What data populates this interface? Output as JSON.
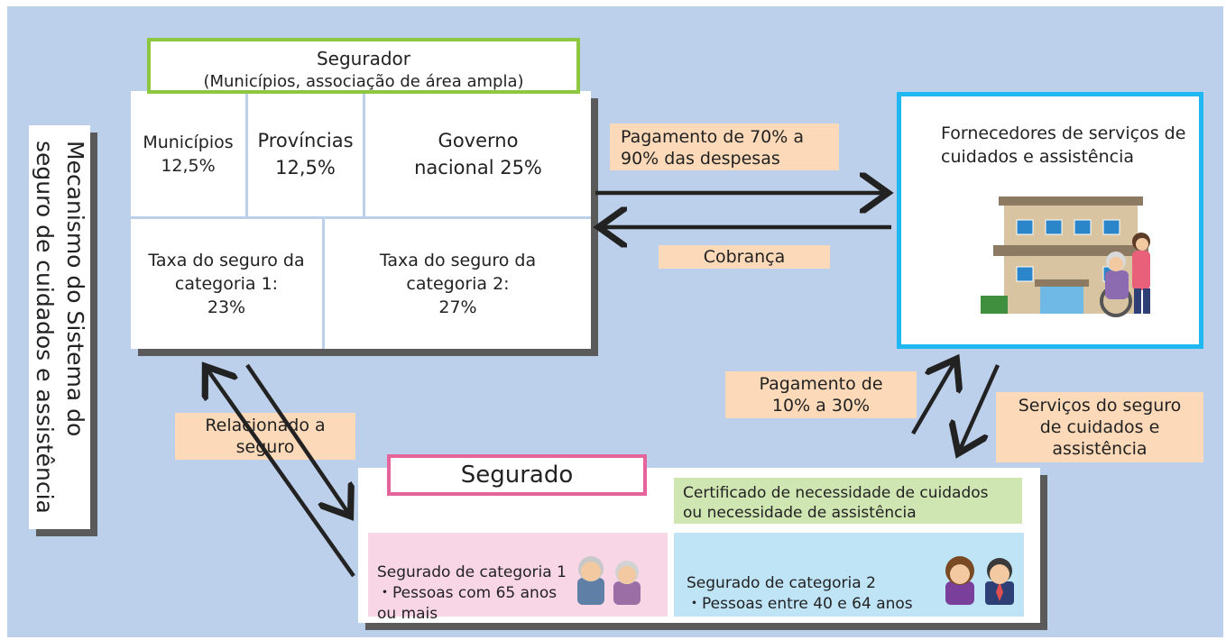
{
  "title": "Mecanismo do Sistema do\nseguro de cuidados e assistência",
  "insurer": {
    "title": "Segurador",
    "subtitle": "(Municípios, associação de área ampla)",
    "municipios": "Municípios\n12,5%",
    "provincias": "Províncias\n12,5%",
    "governo": "Governo\nnacional 25%",
    "taxa1": "Taxa do seguro da\ncategoria 1:\n23%",
    "taxa2": "Taxa do seguro da\ncategoria 2:\n27%"
  },
  "labels": {
    "pagamento_70_90": "Pagamento de 70% a\n90% das despesas",
    "cobranca": "Cobrança",
    "relacionado": "Relacionado a\nseguro",
    "pagamento_10_30": "Pagamento de\n10% a 30%",
    "servicos": "Serviços do seguro\nde cuidados e\nassistência"
  },
  "provider": {
    "title": "Fornecedores de serviços de\ncuidados e assistência"
  },
  "insured": {
    "title": "Segurado",
    "certificate": "Certificado de necessidade de cuidados\nou necessidade de assistência",
    "cat1": "Segurado de categoria 1\n・Pessoas com 65 anos\nou mais",
    "cat2": "Segurado de categoria 2\n・Pessoas entre 40 e 64 anos"
  },
  "colors": {
    "background": "#bdd0eb",
    "insurer_border": "#8dc63f",
    "provider_border": "#1fb8f2",
    "insured_border": "#e6649c",
    "label_fill": "#fcd9b8",
    "certificate_fill": "#cfe6b3",
    "cat1_fill": "#f9d6e6",
    "cat2_fill": "#bfe4f6"
  }
}
